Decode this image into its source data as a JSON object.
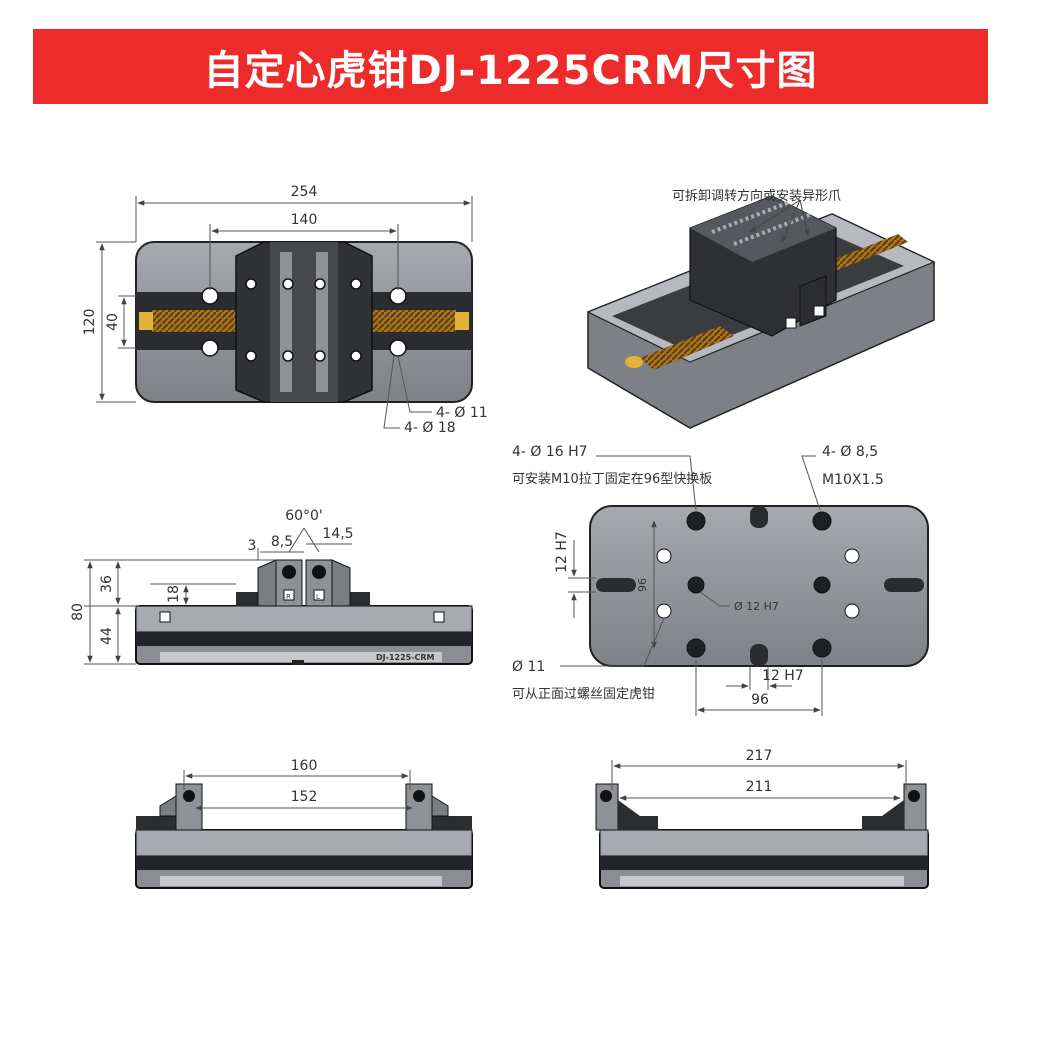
{
  "title": "自定心虎钳DJ-1225CRM尺寸图",
  "top_view": {
    "overall_length": "254",
    "mount_spacing": "140",
    "overall_width": "120",
    "screw_width": "40",
    "hole_small": "4-  Ø  11",
    "hole_large": "4-  Ø  18"
  },
  "iso_view": {
    "annotation": "可拆卸调转方向或安装异形爪"
  },
  "side_view": {
    "angle": "60°0'",
    "jaw_width_a": "8,5",
    "jaw_width_b": "14,5",
    "gap": "3",
    "total_height": "80",
    "upper_height": "36",
    "base_height": "44",
    "step_height": "18",
    "jaw_mark_r": "R",
    "jaw_mark_l": "L",
    "model_plate": "DJ-1225-CRM"
  },
  "bottom_view": {
    "pin_holes": "4-  Ø  16  H7",
    "pin_note": "可安装M10拉丁固定在96型快换板",
    "thread_holes": "4-  Ø  8,5",
    "thread_size": "M10X1.5",
    "slot_height": "12  H7",
    "vertical_spacing": "96",
    "center_hole": "Ø  12  H7",
    "through_hole": "Ø  11",
    "through_note": "可从正面过螺丝固定虎钳",
    "slot_width": "12  H7",
    "horizontal_spacing": "96"
  },
  "min_opening_view": {
    "outer": "160",
    "inner": "152"
  },
  "max_opening_view": {
    "outer": "217",
    "inner": "211"
  },
  "colors": {
    "banner": "#ee2b2b",
    "body_gray": "#8c8f93",
    "dark": "#1e1f22",
    "brass": "#b8862d"
  }
}
